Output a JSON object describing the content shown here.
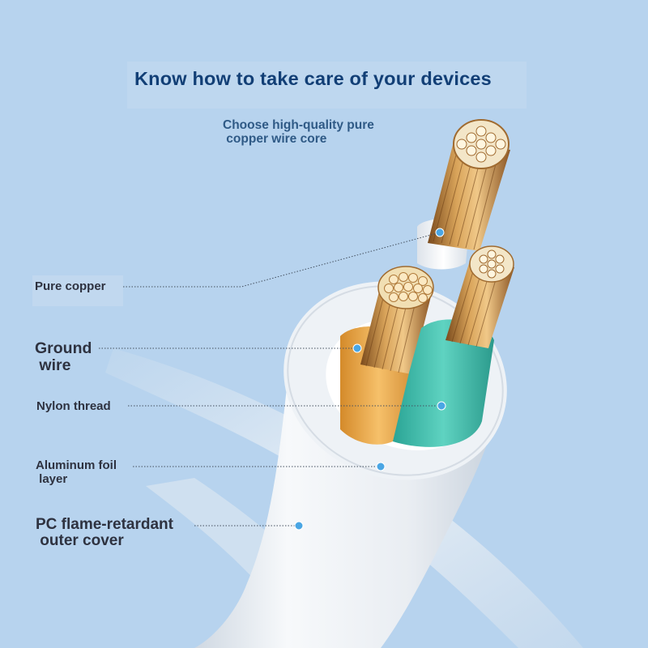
{
  "header": {
    "title": "Know how to take care of your devices",
    "subtitle": "Choose high-quality pure\n copper wire core"
  },
  "labels": {
    "pure_copper": "Pure copper",
    "ground_wire": "Ground\n wire",
    "nylon_thread": "Nylon thread",
    "aluminum_foil": "Aluminum foil\n layer",
    "pc_cover": "PC flame-retardant\n outer cover"
  },
  "colors": {
    "background": "#b7d3ee",
    "title": "#123f76",
    "marker": "#4aa6e4",
    "ground_wire_insulation": "#f0b355",
    "green_wire_insulation": "#3fbfae",
    "copper": "#c48a3f"
  }
}
